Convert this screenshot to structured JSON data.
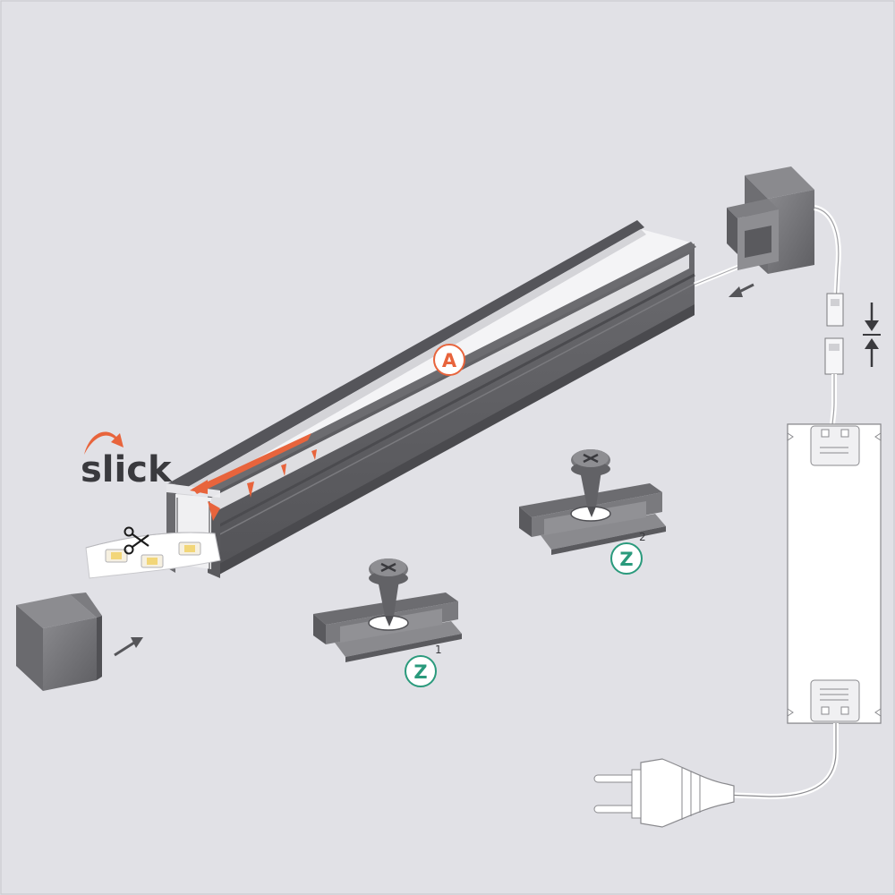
{
  "logo": {
    "text": "slick",
    "accent_color": "#e8643c"
  },
  "callouts": {
    "profile": "A",
    "clip_1": "Z",
    "clip_1_index": "1",
    "clip_2": "Z",
    "clip_2_index": "2"
  },
  "colors": {
    "background": "#e1e1e6",
    "profile_gray": "#5f5f63",
    "accent_orange": "#e8643c",
    "callout_teal": "#2a9a7c"
  },
  "icons": [
    "scissors-icon",
    "arrow-icon",
    "compress-icon",
    "power-plug-icon",
    "screw-icon"
  ]
}
